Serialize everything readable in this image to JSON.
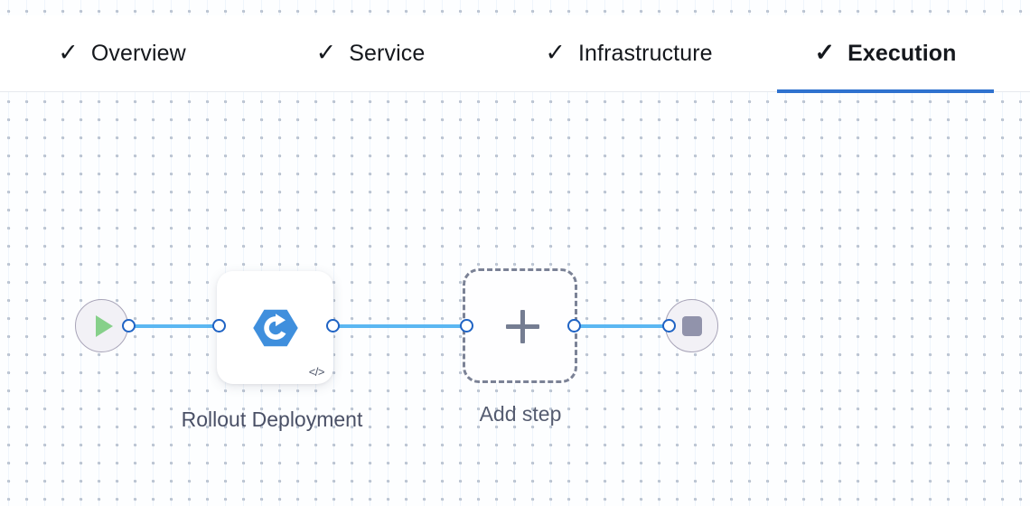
{
  "tabs": [
    {
      "label": "Overview",
      "check": "✓",
      "active": false
    },
    {
      "label": "Service",
      "check": "✓",
      "active": false
    },
    {
      "label": "Infrastructure",
      "check": "✓",
      "active": false
    },
    {
      "label": "Execution",
      "check": "✓",
      "active": true
    }
  ],
  "flow": {
    "start_node": {
      "icon": "play-icon"
    },
    "end_node": {
      "icon": "stop-icon"
    },
    "step_card": {
      "label": "Rollout Deployment",
      "icon": "rollout-deployment-icon",
      "code_badge": "</>"
    },
    "add_step": {
      "label": "Add step",
      "icon": "plus-icon"
    }
  },
  "colors": {
    "active_tab_underline": "#2f72cf",
    "edge": "#5bb7f2",
    "handle_ring": "#1f63c4",
    "step_icon": "#3f8fdd",
    "play": "#86d08a",
    "stop": "#9193ab",
    "label_text": "#4a5066",
    "tab_text": "#15181d"
  }
}
